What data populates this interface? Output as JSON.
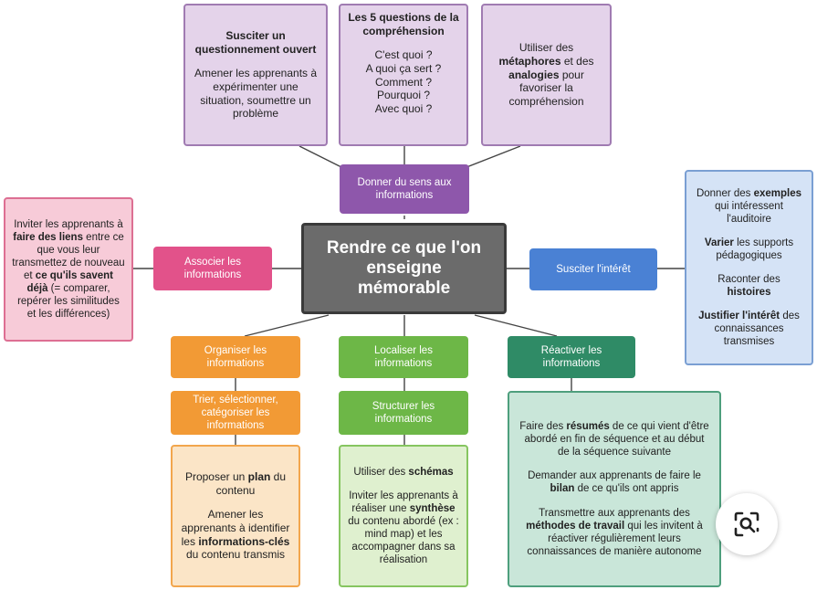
{
  "center": {
    "line1": "Rendre ce que l'on",
    "line2": "enseigne",
    "line3": "mémorable"
  },
  "top": {
    "box1": {
      "title_line1": "Susciter un",
      "title_line2": "questionnement ouvert",
      "body": "Amener les apprenants à expérimenter une situation, soumettre un problème"
    },
    "box2": {
      "title_line1": "Les 5 questions de la",
      "title_line2": "compréhension",
      "q1": "C'est quoi ?",
      "q2": "A quoi ça sert ?",
      "q3": "Comment ?",
      "q4": "Pourquoi ?",
      "q5": "Avec quoi ?"
    },
    "box3": {
      "p1": "Utiliser des",
      "b1": "métaphores",
      "p2": " et des",
      "b2": "analogies",
      "p3": " pour",
      "p4": "favoriser la compréhension"
    },
    "node": "Donner du sens aux informations"
  },
  "left": {
    "detail": {
      "p1": "Inviter les apprenants à ",
      "b1": "faire des liens",
      "p2": " entre ce que vous leur transmettez de nouveau et ",
      "b2": "ce qu'ils savent déjà",
      "p3": " (= comparer, repérer les similitudes et les différences)"
    },
    "node": "Associer les informations"
  },
  "right": {
    "node": "Susciter l'intérêt",
    "detail": {
      "a1": "Donner des ",
      "ab": "exemples",
      "a2": " qui intéressent l'auditoire",
      "bb": "Varier",
      "b2": " les supports pédagogiques",
      "c1": "Raconter des",
      "cb": "histoires",
      "db": "Justifier l'intérêt",
      "d2": " des connaissances transmises"
    }
  },
  "bottom_left": {
    "node": "Organiser les informations",
    "sub": "Trier, sélectionner, catégoriser les informations",
    "detail": {
      "a1": "Proposer un ",
      "ab": "plan",
      "a2": " du contenu",
      "b1": "Amener les apprenants à identifier les ",
      "bb": "informations-clés",
      "b2": " du contenu transmis"
    }
  },
  "bottom_mid": {
    "node": "Localiser les informations",
    "sub": "Structurer les informations",
    "detail": {
      "a1": "Utiliser des ",
      "ab": "schémas",
      "b1": "Inviter les apprenants à réaliser une ",
      "bb": "synthèse",
      "b2": " du contenu abordé (ex : mind map) et les accompagner dans sa réalisation"
    }
  },
  "bottom_right": {
    "node": "Réactiver les informations",
    "detail": {
      "a1": "Faire des ",
      "ab": "résumés",
      "a2": " de ce qui vient d'être abordé en fin de séquence et au début de la séquence suivante",
      "b1": "Demander aux apprenants de faire le ",
      "bb": "bilan",
      "b2": " de ce qu'ils ont appris",
      "c1": "Transmettre aux apprenants des ",
      "cb": "méthodes de travail",
      "c2": " qui les invitent à réactiver régulièrement leurs connaissances de manière autonome"
    }
  },
  "colors": {
    "purple": "#8e57ab",
    "pink": "#e2528a",
    "blue": "#4a81d4",
    "orange": "#f29a35",
    "green": "#6db747",
    "teal": "#2f8b66",
    "center": "#6b6b6b"
  },
  "icons": {
    "search": "visual-search-icon"
  }
}
